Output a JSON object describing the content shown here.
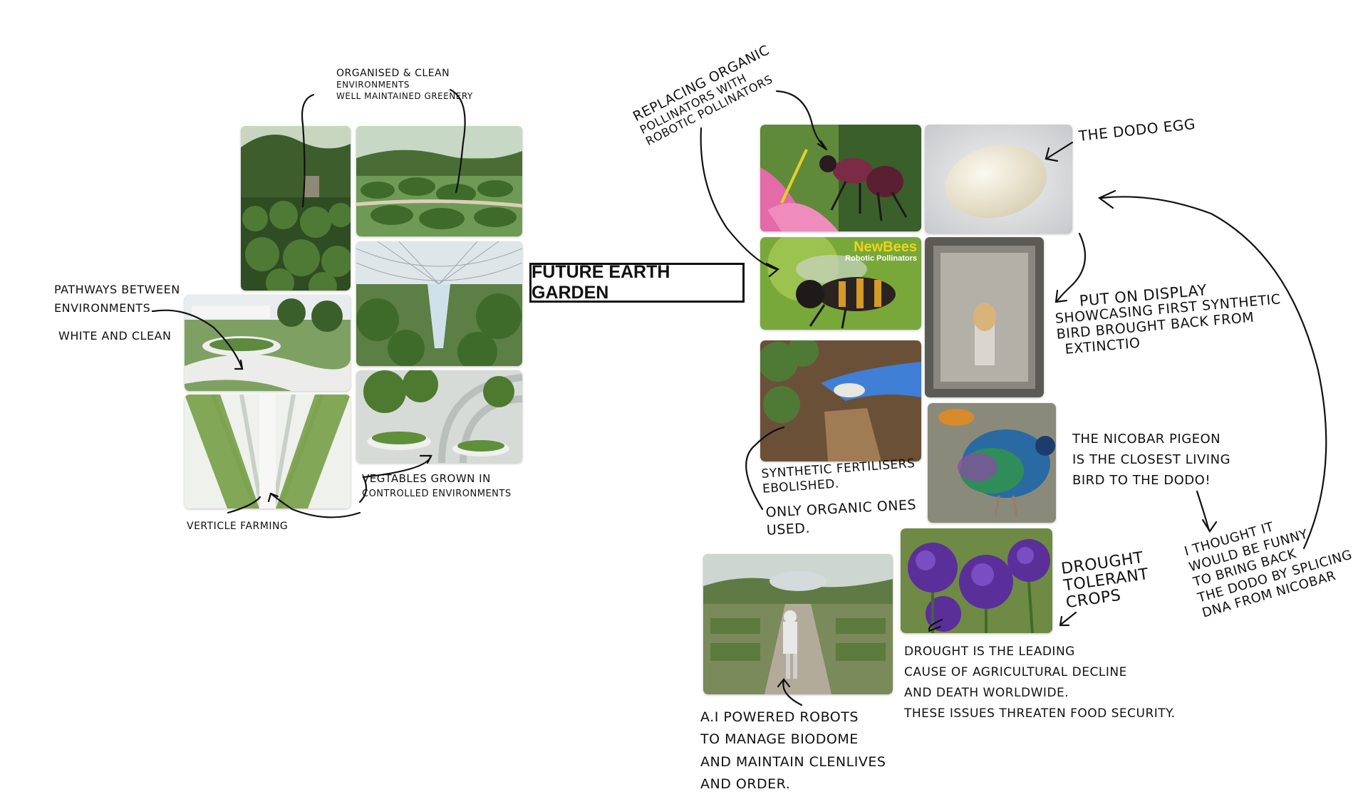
{
  "title": "FUTURE EARTH GARDEN",
  "notes": {
    "organised": [
      "ORGANISED & CLEAN",
      "ENVIRONMENTS",
      "WELL MAINTAINED GREENERY"
    ],
    "pathways": [
      "PATHWAYS BETWEEN",
      "ENVIRONMENTS."
    ],
    "white_clean": "WHITE AND CLEAN",
    "vegtables": [
      "VEGTABLES GROWN IN",
      "CONTROLLED ENVIRONMENTS"
    ],
    "verticle": "VERTICLE FARMING",
    "replacing": [
      "REPLACING ORGANIC",
      "POLLINATORS WITH",
      "ROBOTIC POLLINATORS"
    ],
    "dodo_egg": "THE DODO EGG",
    "display": [
      "PUT ON DISPLAY",
      "SHOWCASING FIRST SYNTHETIC",
      "BIRD BROUGHT BACK FROM",
      "EXTINCTIO"
    ],
    "nicobar": [
      "THE NICOBAR PIGEON",
      "IS THE CLOSEST LIVING",
      "BIRD TO THE DODO!"
    ],
    "funny": [
      "I THOUGHT IT",
      "WOULD BE FUNNY",
      "TO BRING BACK",
      "THE DODO BY SPLICING",
      "DNA FROM NICOBAR"
    ],
    "fertilisers": [
      "SYNTHETIC FERTILISERS",
      "EBOLISHED."
    ],
    "organic_only": [
      "ONLY ORGANIC ONES",
      "USED."
    ],
    "drought_crops": [
      "DROUGHT",
      "TOLERANT",
      "CROPS"
    ],
    "drought_cause": [
      "DROUGHT IS THE LEADING",
      "CAUSE OF AGRICULTURAL DECLINE",
      "AND DEATH WORLDWIDE.",
      "THESE ISSUES THREATEN FOOD SECURITY."
    ],
    "robots": [
      "A.I POWERED ROBOTS",
      "TO MANAGE BIODOME",
      "AND MAINTAIN CLENLIVES",
      "AND ORDER."
    ]
  },
  "newbees": {
    "brand": "NewBees",
    "tagline": "Robotic Pollinators"
  },
  "colors": {
    "ink": "#111111",
    "brand_yellow": "#f2d21b",
    "leaf_green": "#3f6b2a",
    "sky": "#cfe0d8"
  }
}
